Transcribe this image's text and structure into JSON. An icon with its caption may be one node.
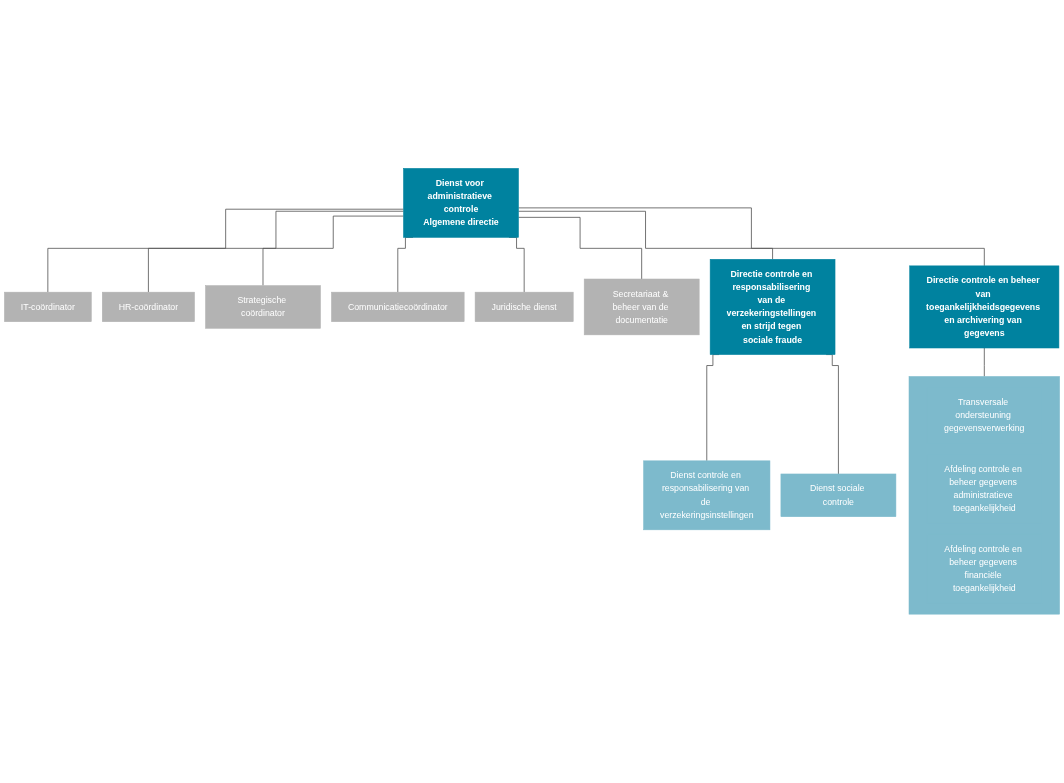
{
  "diagram": {
    "nodes": [
      {
        "text": [
          "Dienst voor administratieve controle",
          "Algemene directie"
        ]
      },
      {
        "text": [
          "IT-coördinator"
        ]
      },
      {
        "text": [
          "HR-coördinator"
        ]
      },
      {
        "text": [
          "Strategische coördinator"
        ]
      },
      {
        "text": [
          "Communicatiecoördinator"
        ]
      },
      {
        "text": [
          "Juridische dienst"
        ]
      },
      {
        "text": [
          "Secretariaat & beheer van de documentatie"
        ]
      },
      {
        "text": [
          "Directie controle en responsabilisering van de verzekeringstellingen en strijd tegen sociale fraude"
        ]
      },
      {
        "text": [
          "Directie controle en beheer van toegankelijkheidsgegevens en archivering van gegevens"
        ]
      },
      {
        "text": [
          "Dienst controle en responsabilisering van de verzekeringsinstellingen"
        ]
      },
      {
        "text": [
          "Dienst sociale controle"
        ]
      },
      {
        "text": [],
        "shape": "box"
      },
      {
        "text": [
          "Transversale ondersteuning gegevensverwerking"
        ],
        "in": 11
      },
      {
        "text": [
          "Afdeling controle en beheer gegevens administratieve toegankelijkheid"
        ],
        "in": 11
      },
      {
        "text": [
          "Afdeling controle en beheer gegevens financiële toegankelijkheid"
        ],
        "in": 11
      }
    ],
    "edges": [
      {
        "from": 0,
        "to": 1,
        "arrow": "none"
      },
      {
        "from": 0,
        "to": 2,
        "arrow": "none"
      },
      {
        "from": 0,
        "to": 3,
        "arrow": "none"
      },
      {
        "from": 0,
        "to": 4,
        "arrow": "none"
      },
      {
        "from": 0,
        "to": 5,
        "arrow": "none"
      },
      {
        "from": 0,
        "to": 6,
        "arrow": "none"
      },
      {
        "from": 0,
        "to": 7,
        "arrow": "none"
      },
      {
        "from": 0,
        "to": 8,
        "arrow": "none"
      },
      {
        "from": 7,
        "to": 9,
        "arrow": "none"
      },
      {
        "from": 7,
        "to": 10,
        "arrow": "none"
      },
      {
        "from": 8,
        "to": 11,
        "arrow": "none"
      }
    ]
  }
}
